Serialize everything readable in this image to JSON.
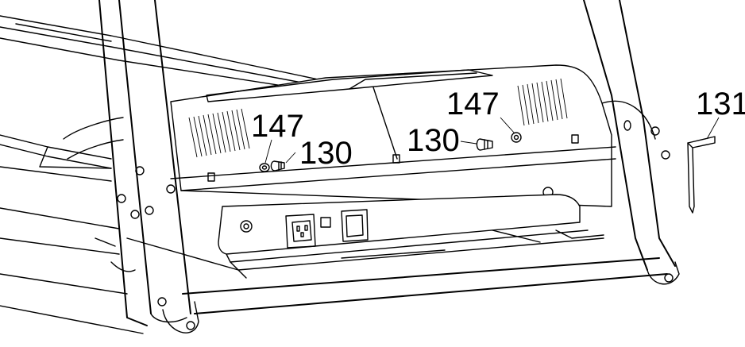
{
  "callouts": [
    {
      "id": "147-left",
      "text": "147"
    },
    {
      "id": "130-left",
      "text": "130"
    },
    {
      "id": "147-right",
      "text": "147"
    },
    {
      "id": "130-right",
      "text": "130"
    },
    {
      "id": "131",
      "text": "131"
    }
  ]
}
